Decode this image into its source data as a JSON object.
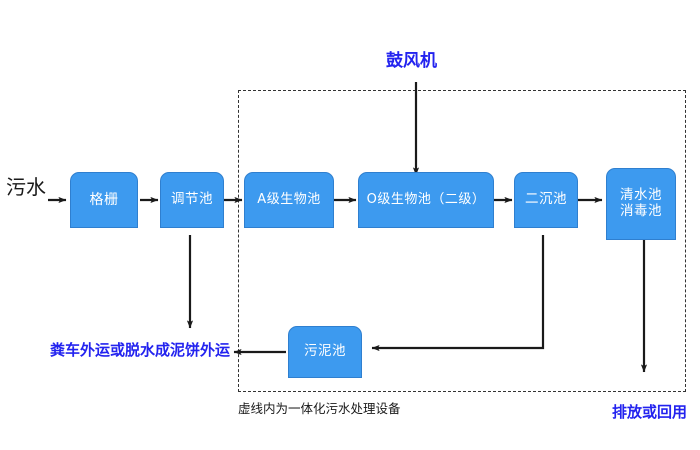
{
  "diagram": {
    "title_hidden": "",
    "colors": {
      "node_fill": "#3d9aef",
      "node_border": "#2f7fcf",
      "node_text": "#ffffff",
      "blue_text": "#2323ef",
      "black_text": "#1a1a1a",
      "connector": "#1a1a1a",
      "dashed_border": "#333333",
      "background": "#ffffff"
    },
    "enclosure": {
      "caption": "虚线内为一体化污水处理设备",
      "style": "dashed"
    },
    "nodes": [
      {
        "id": "grille",
        "label": "格栅",
        "label2": ""
      },
      {
        "id": "equalization",
        "label": "调节池",
        "label2": ""
      },
      {
        "id": "a-stage",
        "label": "A级生物池",
        "label2": ""
      },
      {
        "id": "o-stage",
        "label": "O级生物池（二级）",
        "label2": ""
      },
      {
        "id": "secondary",
        "label": "二沉池",
        "label2": ""
      },
      {
        "id": "clearwater",
        "label": "清水池",
        "label2": "消毒池"
      },
      {
        "id": "sludge",
        "label": "污泥池",
        "label2": ""
      }
    ],
    "labels": {
      "influent": "污水",
      "blower": "鼓风机",
      "sludge_disposal": "粪车外运或脱水成泥饼外运",
      "effluent": "排放或回用"
    }
  }
}
